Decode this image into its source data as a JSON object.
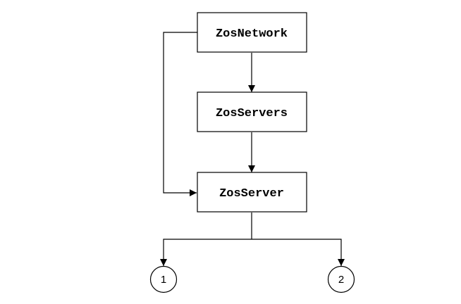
{
  "nodes": {
    "zos_network": "ZosNetwork",
    "zos_servers": "ZosServers",
    "zos_server": "ZosServer"
  },
  "connectors": {
    "one": "1",
    "two": "2"
  }
}
